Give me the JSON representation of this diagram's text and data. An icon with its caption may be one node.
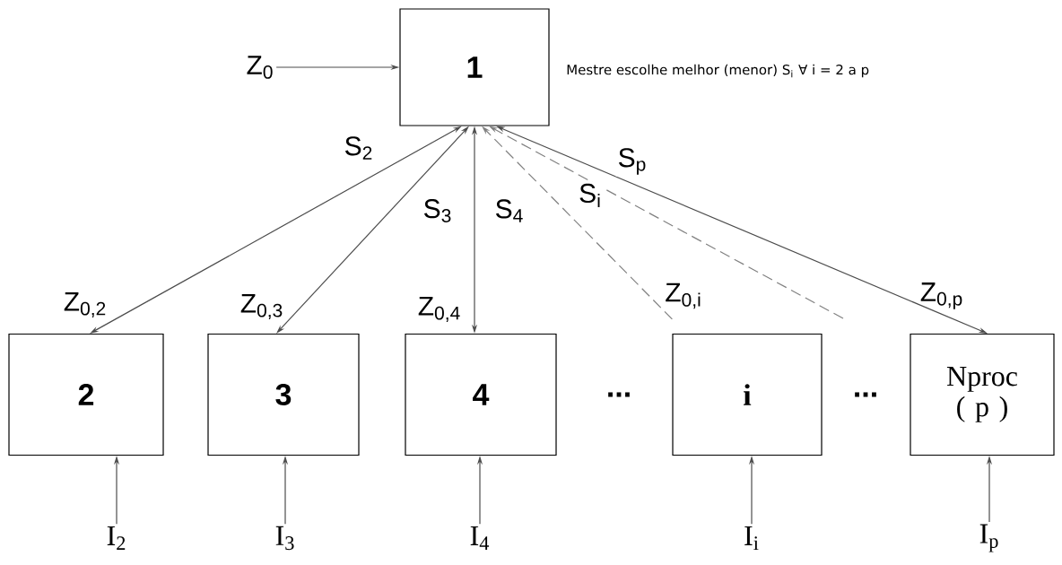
{
  "diagram": {
    "nodes": [
      {
        "text": [
          "1"
        ],
        "beside": [
          "Mestre escolhe melhor (menor) S$_{i}$   ∀ i = 2  a  p"
        ]
      },
      {
        "text": [
          "Z$_{0}$"
        ]
      },
      {
        "text": [
          "2"
        ],
        "beside": [
          "Z$_{0,2}$"
        ]
      },
      {
        "text": [
          "3"
        ],
        "beside": [
          "Z$_{0,3}$"
        ]
      },
      {
        "text": [
          "4"
        ],
        "beside": [
          "Z$_{0,4}$"
        ]
      },
      {
        "text": [
          "i"
        ],
        "beside": [
          "Z$_{0,i}$"
        ]
      },
      {
        "text": [
          "Nproc ( p )"
        ],
        "beside": [
          "Z$_{0,p}$"
        ]
      },
      {
        "text": [
          "I$_{2}$"
        ]
      },
      {
        "text": [
          "I$_{3}$"
        ]
      },
      {
        "text": [
          "I$_{4}$"
        ]
      },
      {
        "text": [
          "I$_{i}$"
        ]
      },
      {
        "text": [
          "I$_{p}$"
        ]
      }
    ],
    "edges": [
      {
        "from": 1,
        "to": 0,
        "arrow": "to"
      },
      {
        "from": 0,
        "to": 2,
        "arrow": "both",
        "label": "S$_{2}$"
      },
      {
        "from": 0,
        "to": 3,
        "arrow": "both",
        "label": "S$_{3}$"
      },
      {
        "from": 0,
        "to": 4,
        "arrow": "both",
        "label": "S$_{4}$"
      },
      {
        "from": 5,
        "to": 0,
        "arrow": "to",
        "style": "dashed",
        "label": "S$_{i}$"
      },
      {
        "from": null,
        "to": 0,
        "arrow": "to",
        "style": "dashed"
      },
      {
        "from": 0,
        "to": 6,
        "arrow": "both",
        "label": "S$_{p}$"
      },
      {
        "from": 7,
        "to": 2,
        "arrow": "to"
      },
      {
        "from": 8,
        "to": 3,
        "arrow": "to"
      },
      {
        "from": 9,
        "to": 4,
        "arrow": "to"
      },
      {
        "from": 10,
        "to": 5,
        "arrow": "to"
      },
      {
        "from": 11,
        "to": 6,
        "arrow": "to"
      }
    ],
    "labels": [
      "...",
      "..."
    ]
  }
}
